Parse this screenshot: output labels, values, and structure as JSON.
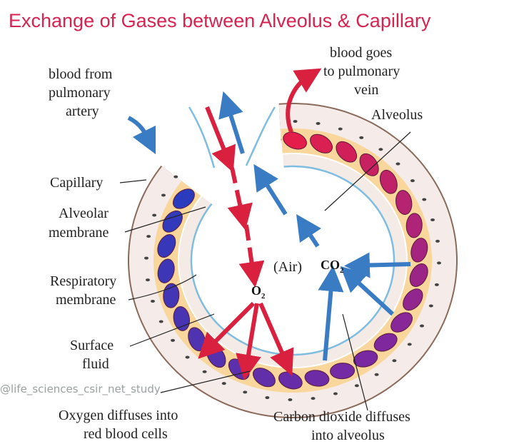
{
  "title": "Exchange of Gases between Alveolus & Capillary",
  "labels": {
    "blood_from": [
      "blood from",
      "pulmonary",
      "artery"
    ],
    "blood_goes": [
      "blood goes",
      "to pulmonary",
      "vein"
    ],
    "alveolus": "Alveolus",
    "capillary": "Capillary",
    "alveolar_membrane": [
      "Alveolar",
      "membrane"
    ],
    "respiratory_membrane": [
      "Respiratory",
      "membrane"
    ],
    "surface_fluid": [
      "Surface",
      "fluid"
    ],
    "oxygen_diffuses": [
      "Oxygen diffuses into",
      "red blood cells"
    ],
    "co2_diffuses": [
      "Carbon dioxide diffuses",
      "into alveolus"
    ],
    "air": "(Air)",
    "co2": "CO",
    "co2_sub": "2",
    "o2": "O",
    "o2_sub": "2"
  },
  "watermark": "@life_sciences_csir_net_study",
  "colors": {
    "title": "#d8224f",
    "oxygen_arrow": "#d9203f",
    "co2_arrow": "#3a7cc4",
    "plasma": "#f9d79c"
  }
}
